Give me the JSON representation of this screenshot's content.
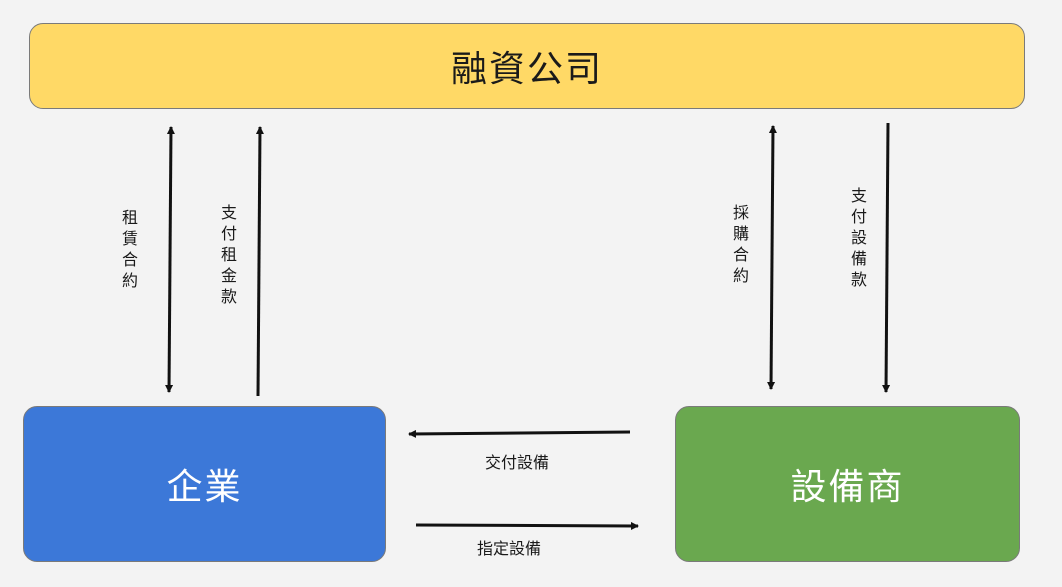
{
  "colors": {
    "finance_fill": "#ffd966",
    "enterprise_fill": "#3c78d8",
    "supplier_fill": "#6aa84f",
    "arrow": "#111111"
  },
  "nodes": {
    "finance_company": "融資公司",
    "enterprise": "企業",
    "supplier": "設備商"
  },
  "flows": {
    "lease_contract": "租賃合約",
    "pay_rent": "支付租金款",
    "purchase_contract": "採購合約",
    "pay_equipment": "支付設備款",
    "deliver_equipment": "交付設備",
    "specify_equipment": "指定設備"
  }
}
